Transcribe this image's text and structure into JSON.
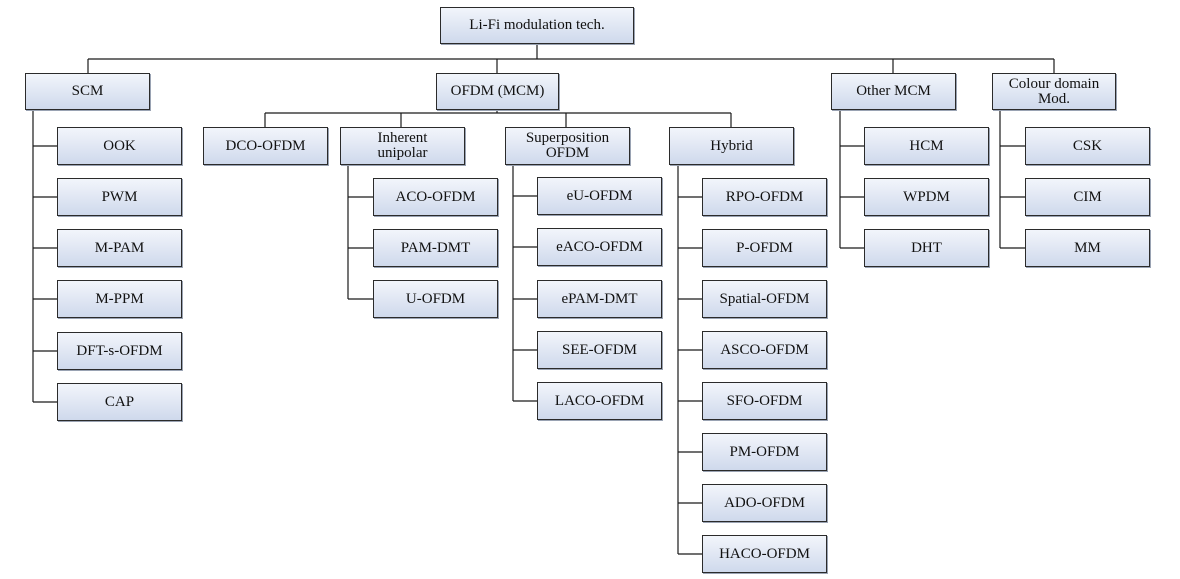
{
  "diagram": {
    "root": "Li-Fi modulation tech.",
    "categories": {
      "scm": "SCM",
      "ofdm_mcm": "OFDM (MCM)",
      "other_mcm": "Other MCM",
      "colour_domain": "Colour domain\nMod."
    },
    "scm_items": [
      "OOK",
      "PWM",
      "M-PAM",
      "M-PPM",
      "DFT-s-OFDM",
      "CAP"
    ],
    "ofdm_subcategories": {
      "dco": "DCO-OFDM",
      "inherent_unipolar": "Inherent\nunipolar",
      "superposition": "Superposition\nOFDM",
      "hybrid": "Hybrid"
    },
    "inherent_unipolar_items": [
      "ACO-OFDM",
      "PAM-DMT",
      "U-OFDM"
    ],
    "superposition_items": [
      "eU-OFDM",
      "eACO-OFDM",
      "ePAM-DMT",
      "SEE-OFDM",
      "LACO-OFDM"
    ],
    "hybrid_items": [
      "RPO-OFDM",
      "P-OFDM",
      "Spatial-OFDM",
      "ASCO-OFDM",
      "SFO-OFDM",
      "PM-OFDM",
      "ADO-OFDM",
      "HACO-OFDM"
    ],
    "other_mcm_items": [
      "HCM",
      "WPDM",
      "DHT"
    ],
    "colour_items": [
      "CSK",
      "CIM",
      "MM"
    ]
  }
}
